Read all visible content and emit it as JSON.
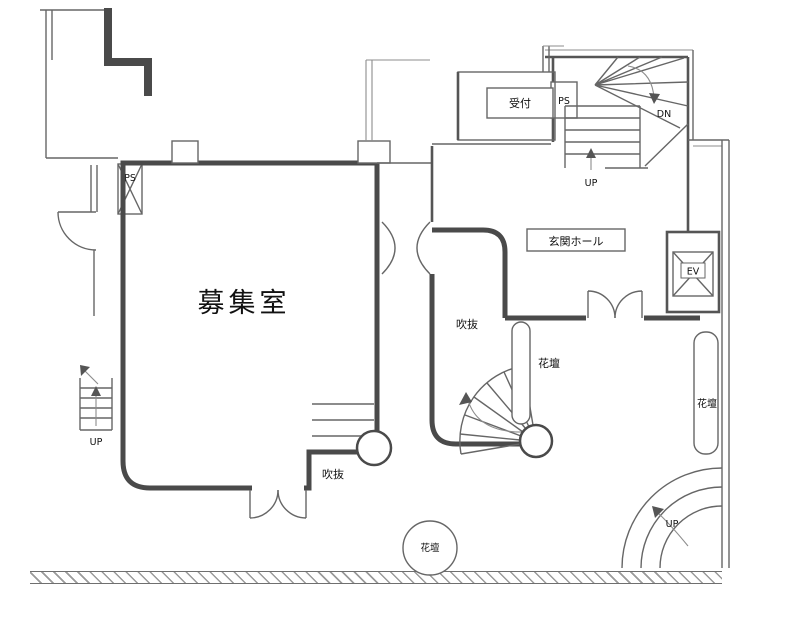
{
  "colors": {
    "background": "#ffffff",
    "wall": "#4a4a4a",
    "line": "#666666",
    "light_line": "#9a9a9a",
    "text": "#111111"
  },
  "labels": {
    "room": "募集室",
    "reception": "受付",
    "entrance_hall": "玄関ホール",
    "void_hall": "吹抜",
    "void_room": "吹抜",
    "planter_stair": "花壇",
    "planter_right": "花壇",
    "planter_front": "花壇",
    "elevator": "EV",
    "pipe_space_room": "PS",
    "pipe_space_stair": "PS",
    "up_main_stair": "UP",
    "down_main_stair": "DN",
    "up_left_stair": "UP",
    "up_entrance_steps": "UP"
  }
}
